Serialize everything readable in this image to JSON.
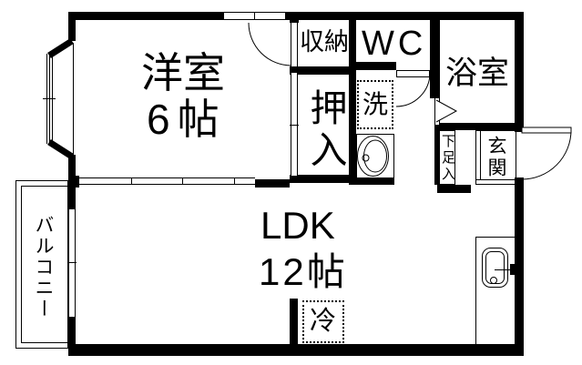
{
  "type": "floor_plan",
  "colors": {
    "line": "#000000",
    "background": "#ffffff"
  },
  "rooms": {
    "yoshitsu": {
      "name": "洋室",
      "size": "6帖"
    },
    "ldk": {
      "name": "LDK",
      "size": "12帖"
    },
    "shuno": {
      "name": "収納"
    },
    "wc": {
      "name": "WC"
    },
    "yokushitsu": {
      "name": "浴室"
    },
    "oshiire": {
      "name": "押入"
    },
    "washroom": {
      "washer_label": "洗"
    },
    "kitchen": {
      "fridge_label": "冷"
    },
    "genkan": {
      "name": "玄関",
      "shoe_box": "下足入"
    },
    "balcony": {
      "name": "バルコニー"
    }
  },
  "icons": {
    "storage_door": "quarter-arc-swing",
    "wc_door": "quarter-arc-swing",
    "entrance_door": "quarter-arc-swing",
    "bath_door": "folding-triangle",
    "washbasin": "oval-basin",
    "kitchen_sink": "rounded-rect-sink-with-faucet",
    "bay_window": "angled-bay-window",
    "sliding_doors": "double-line-track"
  }
}
